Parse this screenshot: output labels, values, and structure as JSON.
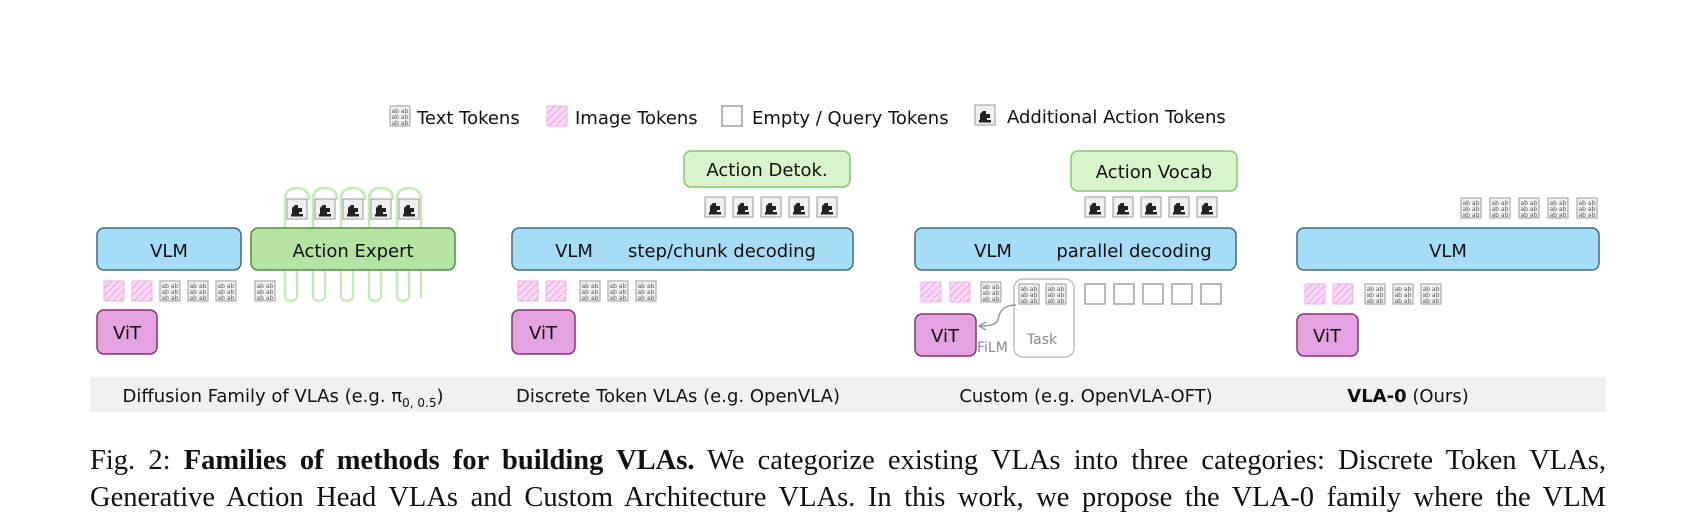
{
  "legend": {
    "text_tokens": "Text Tokens",
    "image_tokens": "Image Tokens",
    "empty_tokens": "Empty / Query Tokens",
    "action_tokens": "Additional Action Tokens"
  },
  "panels": [
    {
      "vlm_label": "VLM",
      "expert_label": "Action Expert",
      "vit_label": "ViT",
      "caption_main": "Diffusion Family of VLAs (e.g. π",
      "caption_sub": "0, 0.5",
      "caption_end": ")"
    },
    {
      "vlm_label": "VLM",
      "decoding_label": "step/chunk decoding",
      "top_box_label": "Action Detok.",
      "vit_label": "ViT",
      "caption": "Discrete Token VLAs (e.g. OpenVLA)"
    },
    {
      "vlm_label": "VLM",
      "decoding_label": "parallel decoding",
      "top_box_label": "Action Vocab",
      "vit_label": "ViT",
      "task_label": "Task",
      "film_label": "FiLM",
      "caption": "Custom (e.g. OpenVLA-OFT)"
    },
    {
      "vlm_label": "VLM",
      "vit_label": "ViT",
      "caption_bold": "VLA-0",
      "caption_rest": " (Ours)"
    }
  ],
  "figure_caption": {
    "prefix": "Fig. 2: ",
    "title": "Families of methods for building VLAs.",
    "body": " We categorize existing VLAs into three categories: Discrete Token VLAs, Generative Action Head VLAs and Custom Architecture VLAs. In this work, we propose the VLA-0 family where the VLM"
  },
  "colors": {
    "vlm_fill": "#a6dcf6",
    "vlm_stroke": "#3a6e86",
    "expert_fill": "#b4e3a2",
    "expert_stroke": "#4f8f3c",
    "vit_fill": "#e3a2e0",
    "vit_stroke": "#8a2f7c",
    "top_box_fill": "#d8f4cc",
    "top_box_stroke": "#7fcb6a",
    "caption_band": "#f0f0f0"
  }
}
